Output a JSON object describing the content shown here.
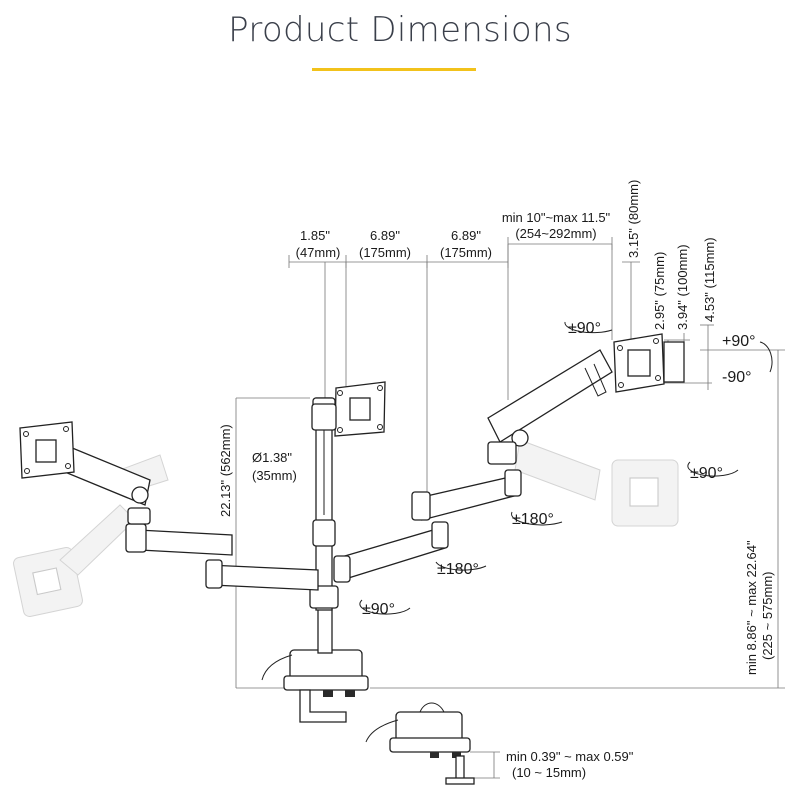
{
  "title": "Product Dimensions",
  "accent_color": "#f2c21b",
  "dimensions": {
    "pole_offset": {
      "in": "1.85\"",
      "mm": "(47mm)"
    },
    "arm1": {
      "in": "6.89\"",
      "mm": "(175mm)"
    },
    "arm2": {
      "in": "6.89\"",
      "mm": "(175mm)"
    },
    "extension": {
      "in": "min 10\"~max 11.5\"",
      "mm": "(254~292mm)"
    },
    "plate_offset": "3.15\" (80mm)",
    "vesa_75": "2.95\" (75mm)",
    "vesa_100": "3.94\" (100mm)",
    "plate_115": "4.53\" (115mm)",
    "pole_diameter": {
      "in": "Ø1.38\"",
      "mm": "(35mm)"
    },
    "pole_height": "22.13\" (562mm)",
    "height_range": {
      "in": "min 8.86\" ~ max 22.64\"",
      "mm": "(225 ~ 575mm)"
    },
    "clamp_range": {
      "in": "min 0.39\" ~ max 0.59\"",
      "mm": "(10 ~ 15mm)"
    }
  },
  "rotations": {
    "tilt_top": "±90°",
    "tilt_right": "±90°",
    "swivel_upper": "±180°",
    "swivel_lower": "±180°",
    "base": "±90°",
    "tilt_up": "+90°",
    "tilt_down": "-90°"
  }
}
